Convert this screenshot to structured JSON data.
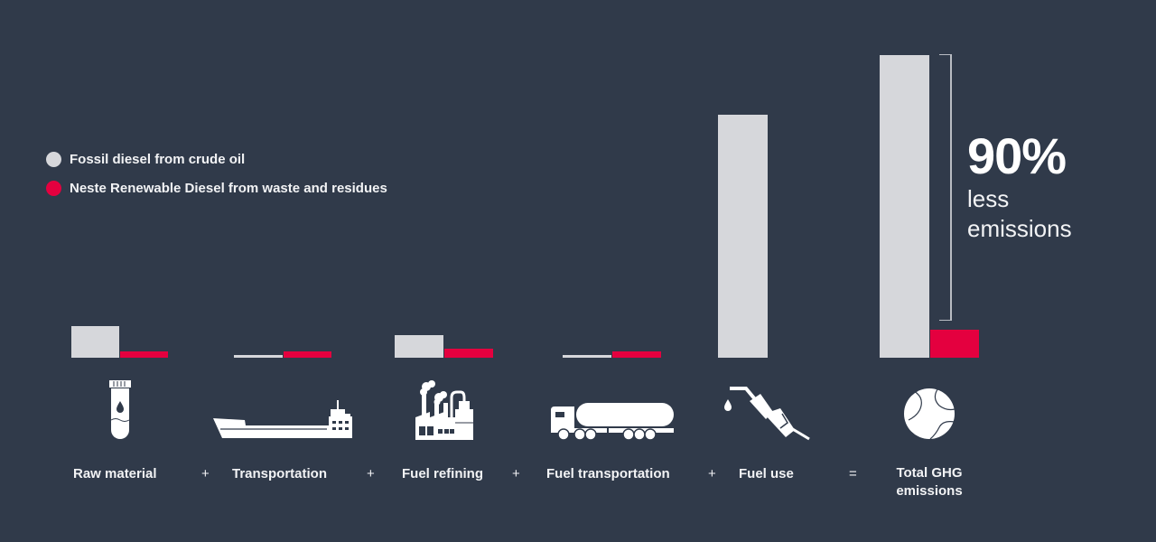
{
  "legend": [
    {
      "label": "Fossil diesel from crude oil",
      "color": "#d6d7db"
    },
    {
      "label": "Neste Renewable Diesel from waste and residues",
      "color": "#e4003f"
    }
  ],
  "callout": {
    "value": "90%",
    "line1": "less",
    "line2": "emissions"
  },
  "steps": [
    {
      "label": "Raw material",
      "icon": "test-tube-oil-drop-icon"
    },
    {
      "label": "Transportation",
      "icon": "cargo-ship-icon"
    },
    {
      "label": "Fuel refining",
      "icon": "refinery-factory-icon"
    },
    {
      "label": "Fuel transportation",
      "icon": "tanker-truck-icon"
    },
    {
      "label": "Fuel use",
      "icon": "fuel-nozzle-icon"
    },
    {
      "label": "Total GHG emissions",
      "line1": "Total GHG",
      "line2": "emissions",
      "icon": "globe-icon"
    }
  ],
  "operators": [
    "+",
    "+",
    "+",
    "+",
    "="
  ],
  "colors": {
    "background": "#303a4a",
    "fossil": "#d6d7db",
    "renewable": "#e4003f"
  },
  "chart_data": {
    "type": "bar",
    "title": "",
    "xlabel": "",
    "ylabel": "",
    "grid": false,
    "legend_position": "upper-left",
    "categories": [
      "Raw material",
      "Transportation",
      "Fuel refining",
      "Fuel transportation",
      "Fuel use",
      "Total GHG emissions"
    ],
    "series": [
      {
        "name": "Fossil diesel from crude oil",
        "color": "#d6d7db",
        "values": [
          10.4,
          0.9,
          7.5,
          0.9,
          80.3,
          100
        ]
      },
      {
        "name": "Neste Renewable Diesel from waste and residues",
        "color": "#e4003f",
        "values": [
          2.1,
          2.1,
          3.0,
          2.1,
          0,
          9.3
        ]
      }
    ],
    "units": "relative GHG emissions (% of fossil total, estimated from bar heights)",
    "annotations": [
      {
        "text": "90% less emissions",
        "target": "Total GHG emissions"
      }
    ],
    "operators_between_categories": [
      "+",
      "+",
      "+",
      "+",
      "="
    ]
  }
}
